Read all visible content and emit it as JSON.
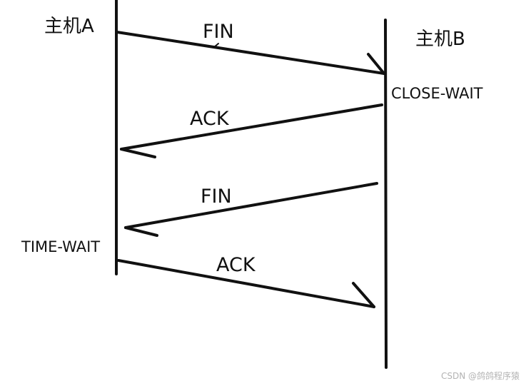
{
  "hosts": {
    "a": "主机A",
    "b": "主机B"
  },
  "messages": {
    "fin_1": "FIN",
    "ack_1": "ACK",
    "fin_2": "FIN",
    "ack_2": "ACK"
  },
  "states": {
    "close_wait": "CLOSE-WAIT",
    "time_wait": "TIME-WAIT"
  },
  "watermark": "CSDN @鸽鸽程序猿",
  "colors": {
    "ink": "#111111",
    "watermark": "#b3b3b3",
    "background": "#ffffff"
  }
}
